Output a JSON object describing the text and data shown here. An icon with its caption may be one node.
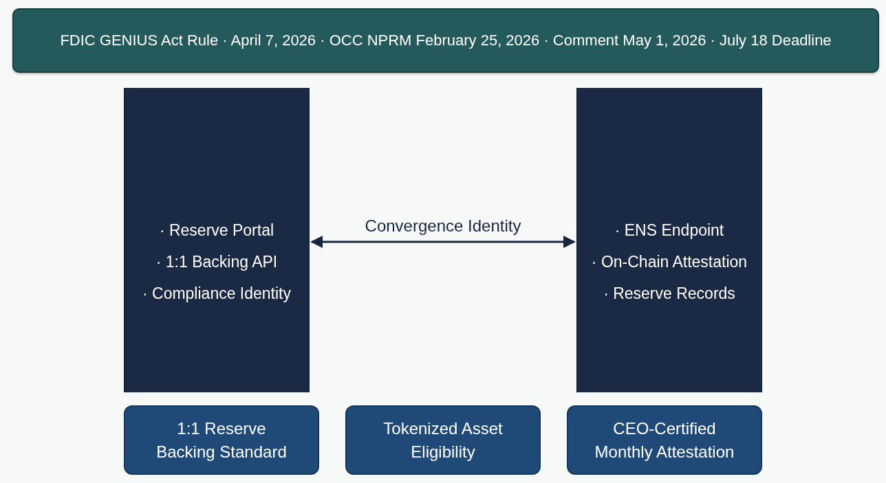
{
  "diagram": {
    "nodes": [
      {
        "text": [
          "FDIC GENIUS Act Rule · April 7, 2026 · OCC NPRM February 25, 2026 · Comment May 1, 2026 · July 18 Deadline"
        ]
      },
      {
        "text": [
          "· Reserve Portal",
          "· 1:1 Backing API",
          "· Compliance Identity"
        ]
      },
      {
        "text": [
          "· ENS Endpoint",
          "· On-Chain Attestation",
          "· Reserve Records"
        ]
      },
      {
        "text": [
          "1:1 Reserve Backing Standard"
        ]
      },
      {
        "text": [
          "Tokenized Asset Eligibility"
        ]
      },
      {
        "text": [
          "CEO-Certified Monthly Attestation"
        ]
      }
    ],
    "edges": [
      {
        "from": 1,
        "to": 2,
        "arrow": "both",
        "label": "Convergence Identity"
      }
    ]
  }
}
